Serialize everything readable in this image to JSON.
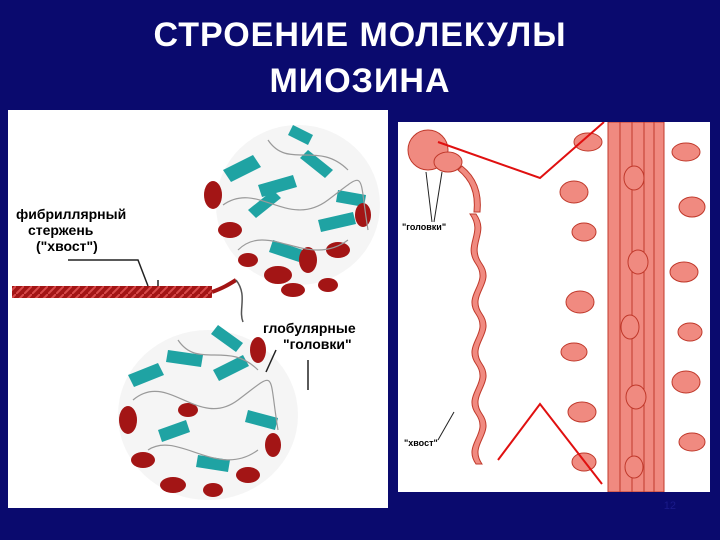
{
  "slide": {
    "title_line1": "СТРОЕНИЕ  МОЛЕКУЛЫ",
    "title_line2": "МИОЗИНА",
    "page_number": "12"
  },
  "left_panel": {
    "tail_label_line1": "фибриллярный",
    "tail_label_line2": "стержень",
    "tail_label_line3": "(\"хвост\")",
    "heads_label_line1": "глобулярные",
    "heads_label_line2": "\"головки\""
  },
  "right_panel": {
    "heads_label": "\"головки\"",
    "tail_label": "\"хвост\""
  },
  "colors": {
    "background": "#0a0a6e",
    "helix_red": "#a31515",
    "sheet_teal": "#1fa3a3",
    "coil_grey": "#c8c8c8",
    "filament_pink": "#f08a80",
    "filament_outline": "#c0392b",
    "pointer_red": "#e01010"
  }
}
